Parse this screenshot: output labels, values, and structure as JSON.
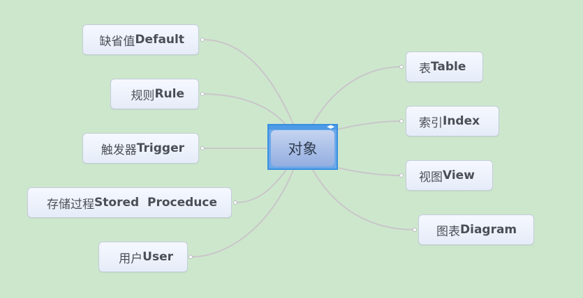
{
  "root": {
    "label": "对象"
  },
  "left_nodes": [
    {
      "cn": "缺省值",
      "en": "Default"
    },
    {
      "cn": "规则",
      "en": "Rule"
    },
    {
      "cn": "触发器",
      "en": "Trigger"
    },
    {
      "cn": "存储过程",
      "en": "Stored  Proceduce"
    },
    {
      "cn": "用户",
      "en": "User"
    }
  ],
  "right_nodes": [
    {
      "cn": "表",
      "en": "Table"
    },
    {
      "cn": "索引",
      "en": "Index"
    },
    {
      "cn": "视图",
      "en": "View"
    },
    {
      "cn": "图表",
      "en": "Diagram"
    }
  ],
  "colors": {
    "background": "#cde7cd",
    "link": "#c9c6c9",
    "root_frame": "#3a8fe0",
    "node_text": "#4a4f57"
  }
}
